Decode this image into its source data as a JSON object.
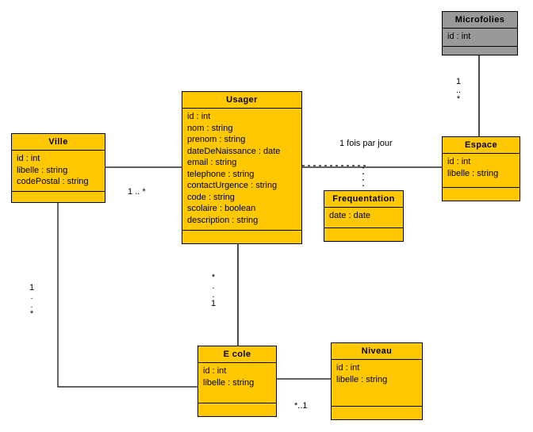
{
  "diagram": {
    "type": "uml-class-diagram",
    "background": "#ffffff",
    "class_fill": "#FFC800",
    "class_fill_alt": "#999999",
    "border_color": "#000000"
  },
  "classes": {
    "microfolies": {
      "name": "Microfolies",
      "attributes": [
        "id : int"
      ],
      "operations": []
    },
    "usager": {
      "name": "Usager",
      "attributes": [
        "id : int",
        "nom : string",
        "prenom : string",
        "dateDeNaissance : date",
        "email : string",
        "telephone : string",
        "contactUrgence : string",
        "code : string",
        "scolaire : boolean",
        "description : string"
      ],
      "operations": []
    },
    "ville": {
      "name": "Ville",
      "attributes": [
        "id : int",
        "libelle : string",
        "codePostal : string"
      ],
      "operations": []
    },
    "espace": {
      "name": "Espace",
      "attributes": [
        "id : int",
        "libelle : string"
      ],
      "operations": []
    },
    "frequentation": {
      "name": "Frequentation",
      "attributes": [
        "date : date"
      ],
      "operations": []
    },
    "ecole": {
      "name": "E cole",
      "attributes": [
        "id : int",
        "libelle : string"
      ],
      "operations": []
    },
    "niveau": {
      "name": "Niveau",
      "attributes": [
        "id : int",
        "libelle : string"
      ],
      "operations": []
    }
  },
  "edge_labels": {
    "ville_usager": "1 .. *",
    "usager_espace": "1 fois par jour",
    "microfolies_espace": "1\n..\n*",
    "usager_ecole": "*\n.\n.\n1",
    "ville_ecole": "1\n.\n.\n*",
    "ecole_niveau": "*..1"
  }
}
